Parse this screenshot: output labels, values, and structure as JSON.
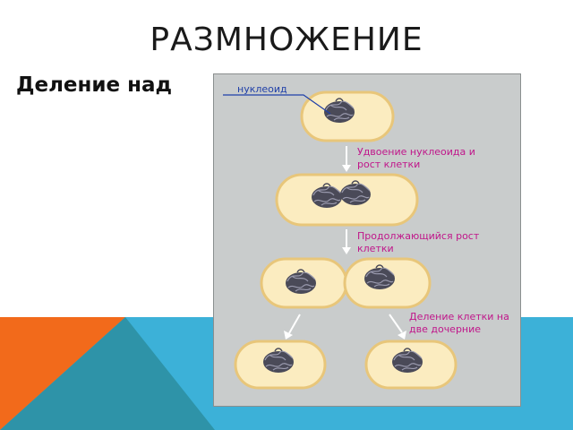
{
  "slide": {
    "title": "РАЗМНОЖЕНИЕ",
    "subtitle": "Деление над"
  },
  "figure": {
    "labels": {
      "nucleoid": "нуклеоид",
      "step1_line1": "Удвоение нуклеоида и",
      "step1_line2": "рост клетки",
      "step2_line1": "Продолжающийся рост",
      "step2_line2": "клетки",
      "step3_line1": "Деление клетки на",
      "step3_line2": "две дочерние"
    }
  },
  "colors": {
    "orange": "#f26a1b",
    "teal": "#2e93a8",
    "blue": "#3cb1d8",
    "cell_fill": "#fbecc0",
    "cell_border": "#e8c67a",
    "label_pink": "#c0168a",
    "label_blue": "#1f3fa8"
  }
}
